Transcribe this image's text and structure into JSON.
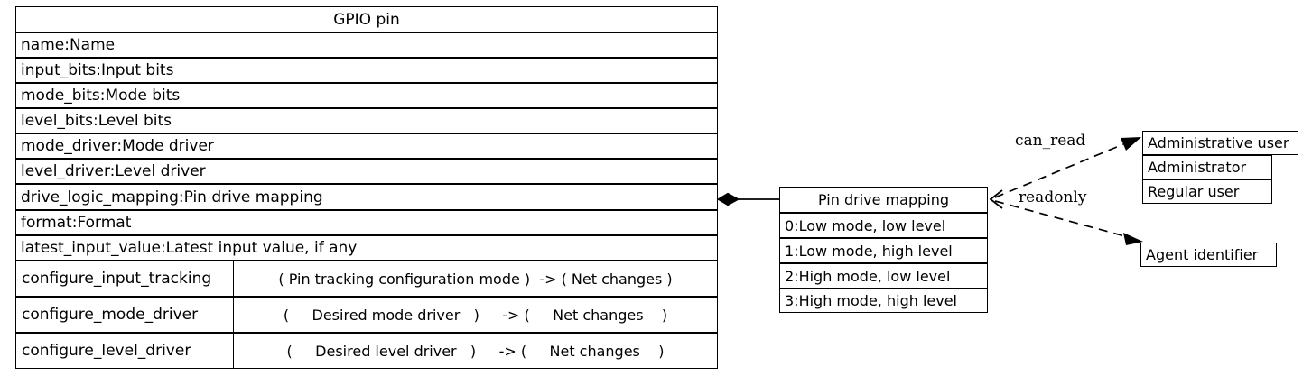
{
  "diagram": {
    "type": "uml-class-diagram",
    "background": "#ffffff",
    "line_color": "#000000"
  },
  "main_class": {
    "title": "GPIO pin",
    "attributes": [
      "name:Name",
      "input_bits:Input bits",
      "mode_bits:Mode bits",
      "level_bits:Level bits",
      "mode_driver:Mode driver",
      "level_driver:Level driver",
      "drive_logic_mapping:Pin drive mapping",
      "format:Format",
      "latest_input_value:Latest input value, if any"
    ],
    "methods": [
      {
        "name": "configure_input_tracking",
        "signature": "( Pin tracking configuration mode )  -> ( Net changes )"
      },
      {
        "name": "configure_mode_driver",
        "signature": "(     Desired mode driver   )     -> (     Net changes    )"
      },
      {
        "name": "configure_level_driver",
        "signature": "(     Desired level driver   )     -> (     Net changes    )"
      }
    ]
  },
  "enum_class": {
    "title": "Pin drive mapping",
    "items": [
      "0:Low mode, low level",
      "1:Low mode, high level",
      "2:High mode, low level",
      "3:High mode, high level"
    ]
  },
  "user_class": {
    "title": "Administrative user",
    "items": [
      "Administrator",
      "Regular user"
    ]
  },
  "agent_class": {
    "title": "Agent identifier"
  },
  "edges": [
    {
      "id": "composition",
      "label": "",
      "style": "solid",
      "source_decoration": "filled-diamond",
      "from": "main_class.drive_logic_mapping",
      "to": "enum_class"
    },
    {
      "id": "can_read",
      "label": "can_read",
      "style": "dashed",
      "target_decoration": "filled-arrow",
      "from": "enum_class",
      "to": "user_class"
    },
    {
      "id": "readonly",
      "label": "readonly",
      "style": "dashed",
      "target_decoration": "filled-arrow",
      "from": "enum_class",
      "to": "agent_class"
    }
  ]
}
